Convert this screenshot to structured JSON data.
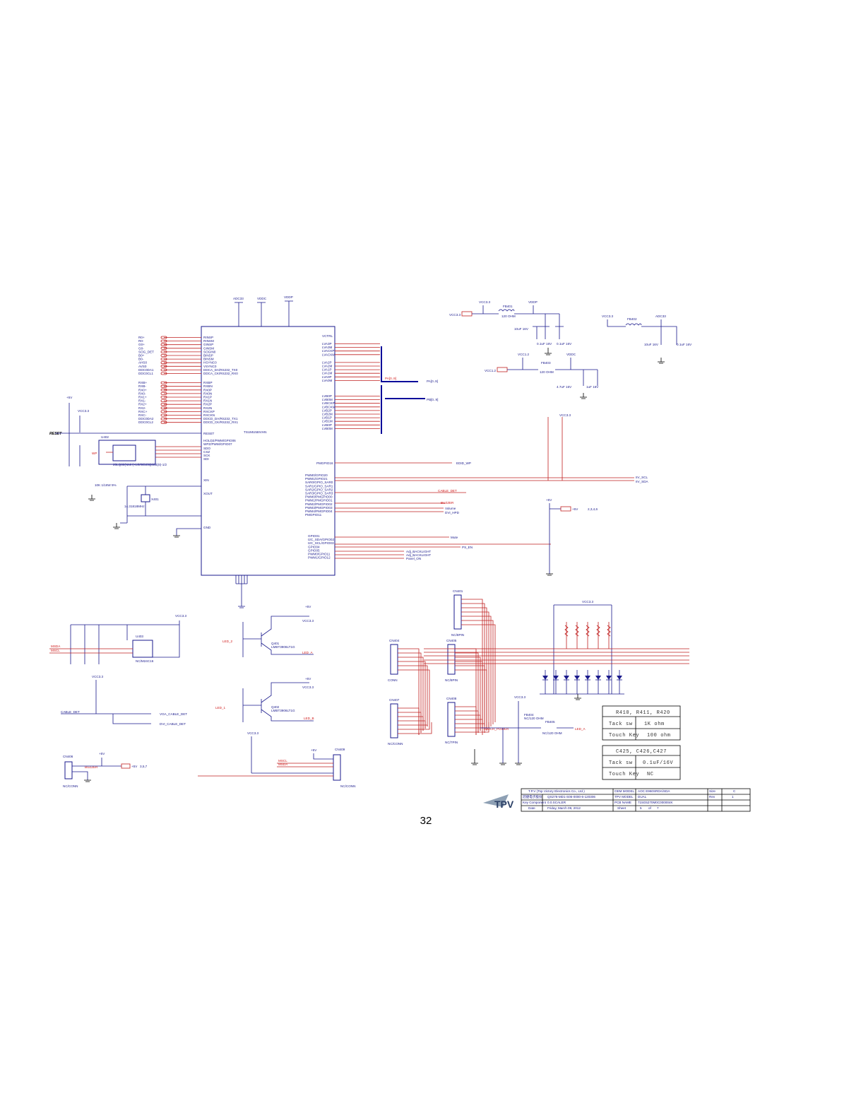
{
  "page": {
    "number": "32"
  },
  "ic": {
    "name": "TSUMU58IVHN",
    "left_pins": [
      "RINSP",
      "RINSM",
      "GINSP",
      "GINSM",
      "SOGIN0",
      "BINSP",
      "BINSM",
      "HSYNC0",
      "VSYNC0",
      "DDCA_DA/RS232_TX0",
      "DDCA_CK/RS232_RX0",
      "RXBP",
      "RXBN",
      "RX0P",
      "RX0N",
      "RX1P",
      "RX1N",
      "RX2P",
      "RX2N",
      "RXCKP",
      "RXCKN",
      "DDCD_DA/RS232_TX1",
      "DDCD_CK/RS232_RX1"
    ],
    "left_nets": [
      "R0+",
      "R0-",
      "G0+",
      "G0-",
      "SOG_DET",
      "B0+",
      "B0-",
      "AHS0",
      "AVS0",
      "DDC0DA1",
      "DDC0CL1",
      "RXB+",
      "RXB-",
      "RX0+",
      "RX0-",
      "RX1+",
      "RX1-",
      "RX2+",
      "RX2-",
      "RXC+",
      "RXC-",
      "DDC0DA2",
      "DDC0CL2"
    ],
    "ctrl_pins": [
      "RESET",
      "HOLD2/PWM/GPIO06",
      "WPZ/PWM/GPIO07",
      "SDO",
      "CSZ",
      "SCK",
      "SDI",
      "XIN",
      "XOUT",
      "GND"
    ],
    "right_top_pins": [
      "VCTRL",
      "LVA3P",
      "LVA3M",
      "LVACKP",
      "LVACKM",
      "LVA2P",
      "LVA2M",
      "LVA1P",
      "LVA1M",
      "LVA0P",
      "LVA0M"
    ],
    "right_mid_pins": [
      "LVB0P",
      "LVB0M",
      "LVBCKP",
      "LVBCKM",
      "LVB2P",
      "LVB2M",
      "LVB1P",
      "LVB1M",
      "LVB0P",
      "LVB0M"
    ],
    "pwm_pins": [
      "PWM0/GPIO20",
      "PWM1/GPIO21",
      "SAR0/GPIO_SAR0",
      "SAR1/GPIO_SAR1",
      "SAR2/GPIO_SAR2",
      "SAR3/GPIO_SAR3",
      "PWM0/PMGPIO00",
      "PWM1/PMGPIO01",
      "PWM2/PMGPIO02",
      "PWM3/PMGPIO03",
      "PWM4/PMGPIO04",
      "PMGPIO11"
    ],
    "gpio_pins": [
      "GPIO01",
      "I2C_SDA/GPIO02",
      "I2C_SCL/GPIO03",
      "GPIO04",
      "GPIO05",
      "PWM0/GPIO11",
      "PWM1/GPIO12"
    ],
    "gpio16": "PMGPIO16"
  },
  "power": {
    "top": [
      "ADC33",
      "VDDC",
      "VDDP"
    ],
    "vcc33": "VCC3.3",
    "vcc12": "VCC1.2",
    "plus5v": "+5V",
    "ferrites": [
      "FB401",
      "FB402",
      "FB403"
    ],
    "fb_value": "120 OHM",
    "caps": [
      "10uF 16V",
      "0.1uF 16V",
      "1uF 16V",
      "4.7uF 16V"
    ]
  },
  "nets": {
    "reset": "RESET",
    "wp": "WP",
    "pa": "PA[0..9]",
    "pb": "PB[0..9]",
    "edid_wp": "EDID_WP",
    "iv_scl": "IIV_SCL",
    "iv_sda": "IIV_SDA",
    "cable_det": "CABLE_DET",
    "buzzer": "BUZZER",
    "volume": "Volume",
    "dvi_hpd": "DVI_HPD",
    "mute": "Mute",
    "ps_en": "PS_EN",
    "bl1": "Adj_BACKLIGHT",
    "bl2": "Adj_BACKLIGHT",
    "panel_on": "Panel_ON",
    "led_a": "LED_A",
    "led_b": "LED_B",
    "led_1": "LED_1",
    "led_2": "LED_2",
    "touch_power": "TOUCH_POWER",
    "vga_det": "VGA_CABLE_DET",
    "dvi_det": "DVI_CABLE_DET",
    "msck": "MSCL",
    "msda": "MSDA",
    "plus5v_ref": "+5V",
    "plus5v_pages": "2,3,4,6",
    "plus5v_pages2": "3,5,7"
  },
  "parts": {
    "u402": "U402",
    "flash": "25LQ80(NMH)-1G/GD25Q80B(8)-1/2",
    "u403": "U403",
    "u403_val": "NC/M24C16",
    "x401": "X401",
    "x401_val": "14.31818MHz",
    "q401": "Q401",
    "q402": "Q402",
    "q_val": "LMBT3906LT1G",
    "connectors": [
      "CN401",
      "CN404",
      "CN405",
      "CN406",
      "CN407",
      "CN408",
      "CN409"
    ],
    "conn_labels": [
      "NC/8PIN",
      "CONN",
      "NC/8PIN",
      "NC/CONN",
      "NC/CONN",
      "NC/7PIN",
      "NC/CONN"
    ],
    "fb404": "FB404",
    "fb405": "FB405",
    "fb_nc": "NC/120 OHM",
    "res_note": "10K 1/16W 5%"
  },
  "tables": {
    "t1": {
      "title": "R410, R411, R420",
      "rows": [
        [
          "Tack sw",
          "1K ohm"
        ],
        [
          "Touch Key",
          "100 ohm"
        ]
      ]
    },
    "t2": {
      "title": "C425, C426,C427",
      "rows": [
        [
          "Tack sw",
          "0.1uF/16V"
        ],
        [
          "Touch Key",
          "NC"
        ]
      ]
    }
  },
  "title_block": {
    "company": "T.P.V (Top Victory Electronics Co., Ltd.)",
    "chinese": "冠捷电子股份",
    "oem_model_label": "OEM MODEL",
    "oem_model": "AOC E960SRDA/SDA",
    "size_label": "Size",
    "size": "C",
    "key_label": "Key Component",
    "doc_no": "QS276-MD1-S06-0000-6-120306",
    "tpv_model_label": "TPV MODEL",
    "tpv_model": "DUAL",
    "rev_label": "Rev",
    "rev": "1",
    "sheet_name": "0.0.SCALER",
    "pcb_label": "PCB NAME",
    "pcb": "715G5270M0C000004K",
    "date_label": "Date",
    "date": "Friday, March 09, 2012",
    "sheet_label": "Sheet",
    "sheet": "5",
    "of": "of",
    "total": "7",
    "logo": "TPV"
  }
}
